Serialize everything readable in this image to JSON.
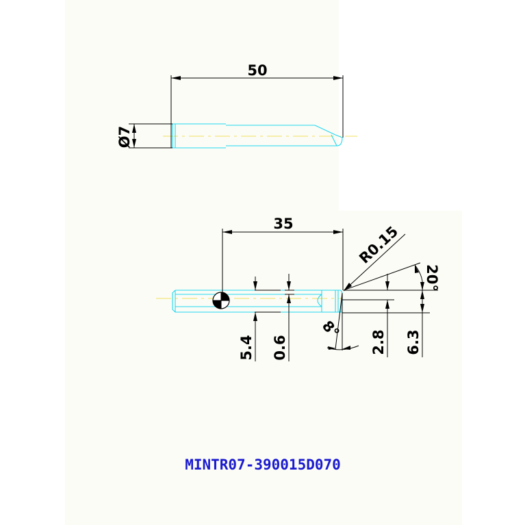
{
  "drawing": {
    "top_view": {
      "length_label": "50",
      "diameter_label": "Ø7"
    },
    "side_view": {
      "length_label": "35",
      "radius_label": "R0.15",
      "angle_top_label": "20°",
      "angle_bottom_label": "8°",
      "dims": [
        "5.4",
        "0.6",
        "2.8",
        "6.3"
      ]
    },
    "part_number": "MINTR07-390015D070"
  },
  "colors": {
    "background": "#ffffff",
    "paper": "#fbfcf6",
    "outline": "#22d8f0",
    "centerline": "#f0e060",
    "dimension": "#000000",
    "part_number": "#1a1ad0"
  }
}
